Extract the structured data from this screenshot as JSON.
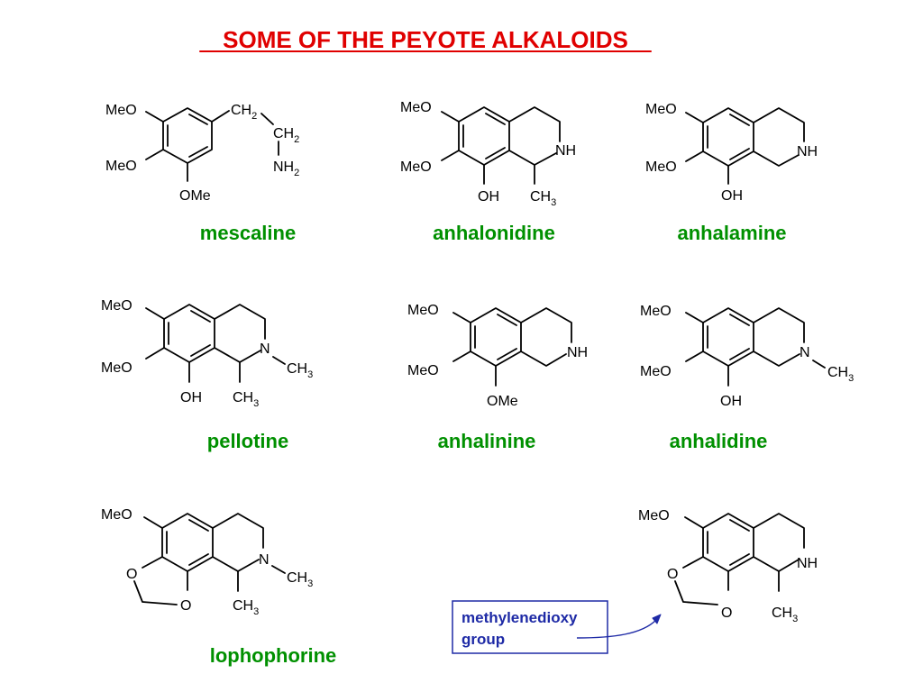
{
  "title": "SOME OF  THE PEYOTE ALKALOIDS",
  "labels": {
    "MeO": "MeO",
    "OMe": "OMe",
    "OH": "OH",
    "NH": "NH",
    "N": "N",
    "O": "O",
    "CH": "CH",
    "NH_amine": "NH",
    "CH3_sub": "3",
    "CH2_sub": "2",
    "NH2_sub": "2"
  },
  "compounds": [
    {
      "name": "mescaline"
    },
    {
      "name": "anhalonidine"
    },
    {
      "name": "anhalamine"
    },
    {
      "name": "pellotine"
    },
    {
      "name": "anhalinine"
    },
    {
      "name": "anhalidine"
    },
    {
      "name": "lophophorine"
    }
  ],
  "callout": {
    "line1": "methylenedioxy",
    "line2": "group",
    "color": "#1e2aa6"
  },
  "colors": {
    "title": "#e00000",
    "names": "#009000",
    "bonds": "#000000"
  }
}
